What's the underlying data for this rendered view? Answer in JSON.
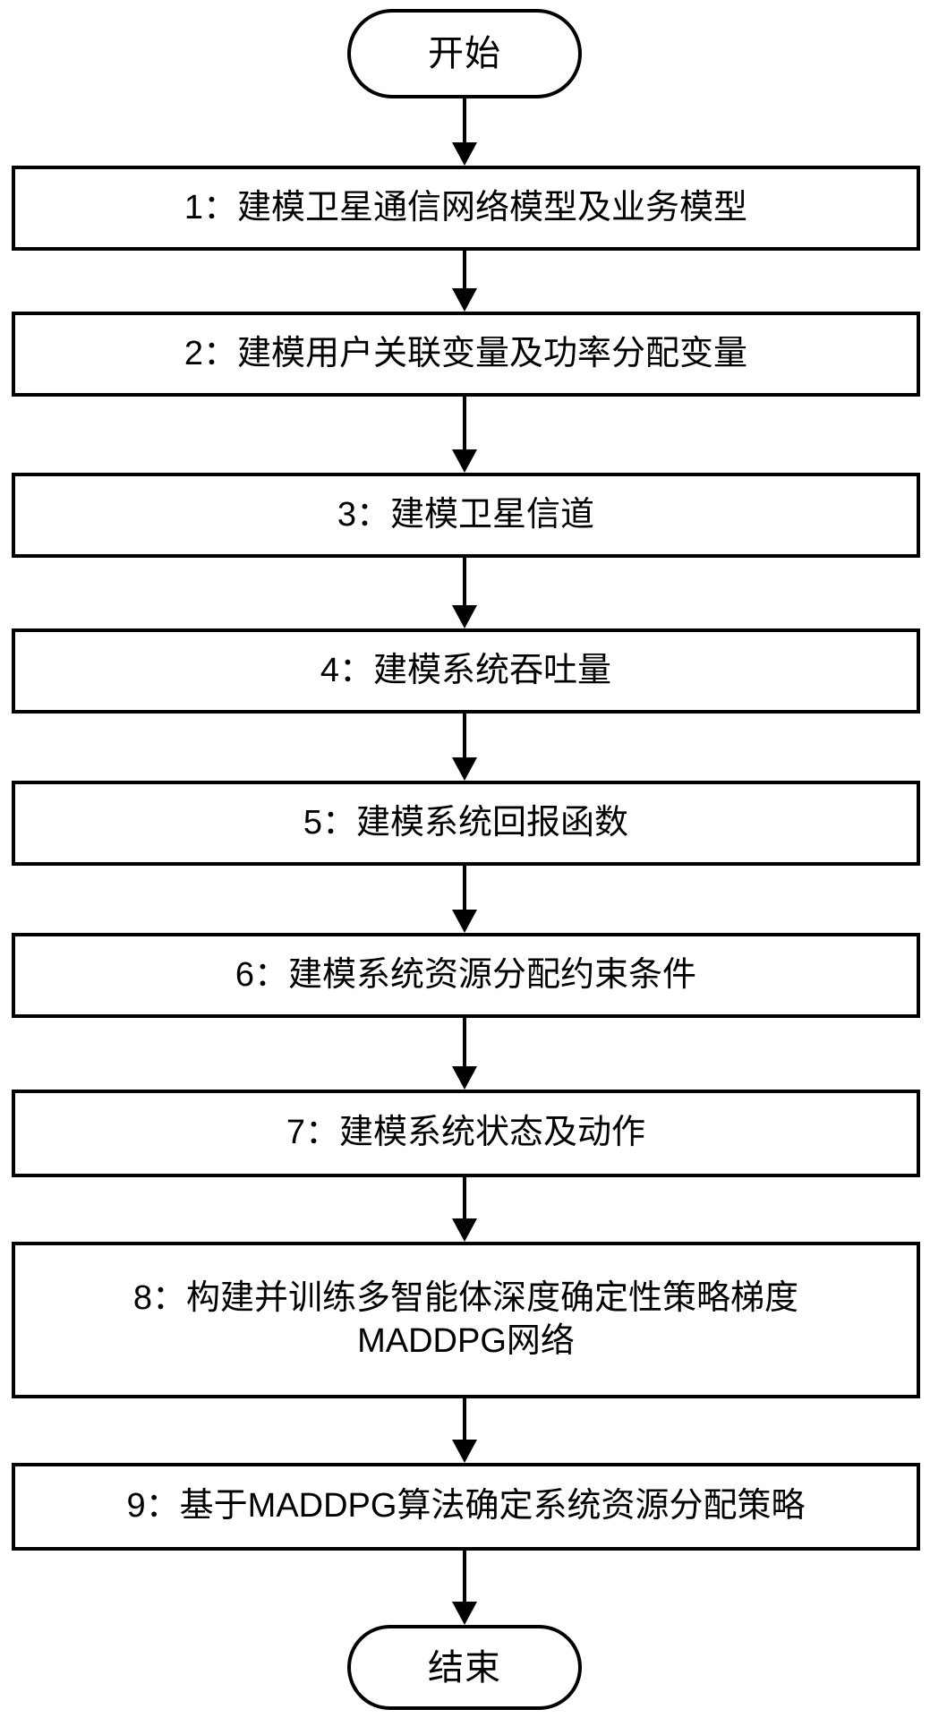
{
  "diagram": {
    "title_text": "",
    "colors": {
      "background": "#ffffff",
      "stroke": "#000000",
      "text": "#000000"
    },
    "start_node": {
      "label": "开始",
      "shape": "terminator"
    },
    "end_node": {
      "label": "结束",
      "shape": "terminator"
    },
    "steps": [
      {
        "number": "1",
        "label": "1：建模卫星通信网络模型及业务模型"
      },
      {
        "number": "2",
        "label": "2：建模用户关联变量及功率分配变量"
      },
      {
        "number": "3",
        "label": "3：建模卫星信道"
      },
      {
        "number": "4",
        "label": "4：建模系统吞吐量"
      },
      {
        "number": "5",
        "label": "5：建模系统回报函数"
      },
      {
        "number": "6",
        "label": "6：建模系统资源分配约束条件"
      },
      {
        "number": "7",
        "label": "7：建模系统状态及动作"
      },
      {
        "number": "8",
        "label": "8：构建并训练多智能体深度确定性策略梯度\nMADDPG网络"
      },
      {
        "number": "9",
        "label": "9：基于MADDPG算法确定系统资源分配策略"
      }
    ],
    "connectors": [
      {
        "from": "start",
        "to": "step-1"
      },
      {
        "from": "step-1",
        "to": "step-2"
      },
      {
        "from": "step-2",
        "to": "step-3"
      },
      {
        "from": "step-3",
        "to": "step-4"
      },
      {
        "from": "step-4",
        "to": "step-5"
      },
      {
        "from": "step-5",
        "to": "step-6"
      },
      {
        "from": "step-6",
        "to": "step-7"
      },
      {
        "from": "step-7",
        "to": "step-8"
      },
      {
        "from": "step-8",
        "to": "step-9"
      },
      {
        "from": "step-9",
        "to": "end"
      }
    ]
  }
}
